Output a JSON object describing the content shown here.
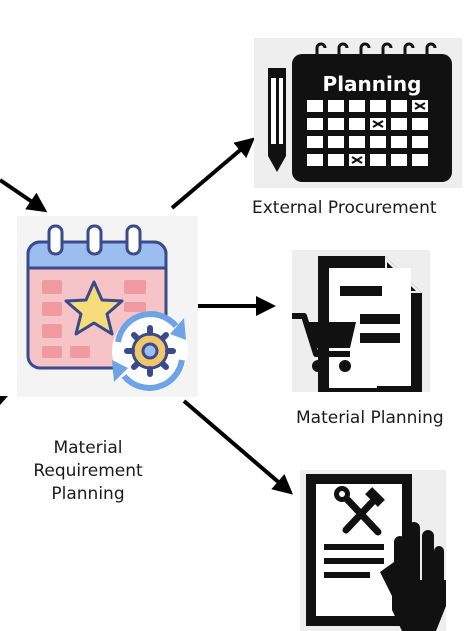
{
  "nodes": {
    "mrp": {
      "label_line1": "Material",
      "label_line2": "Requirement",
      "label_line3": "Planning"
    },
    "external": {
      "label": "External Procurement",
      "calendar_title": "Planning",
      "icon": "planning-calendar-icon"
    },
    "material": {
      "label": "Material Planning",
      "icon": "document-cart-icon"
    },
    "production": {
      "icon": "document-tools-hand-icon"
    }
  },
  "colors": {
    "arrow": "#000000",
    "calendar_blue": "#9bbdf0",
    "calendar_pink": "#f6c4c6",
    "calendar_cell": "#ee9aa0",
    "star": "#f7dc7a",
    "gear": "#f0c86a",
    "cycle_arrows": "#6ea4e6",
    "icon_outline": "#3a4a8c"
  }
}
